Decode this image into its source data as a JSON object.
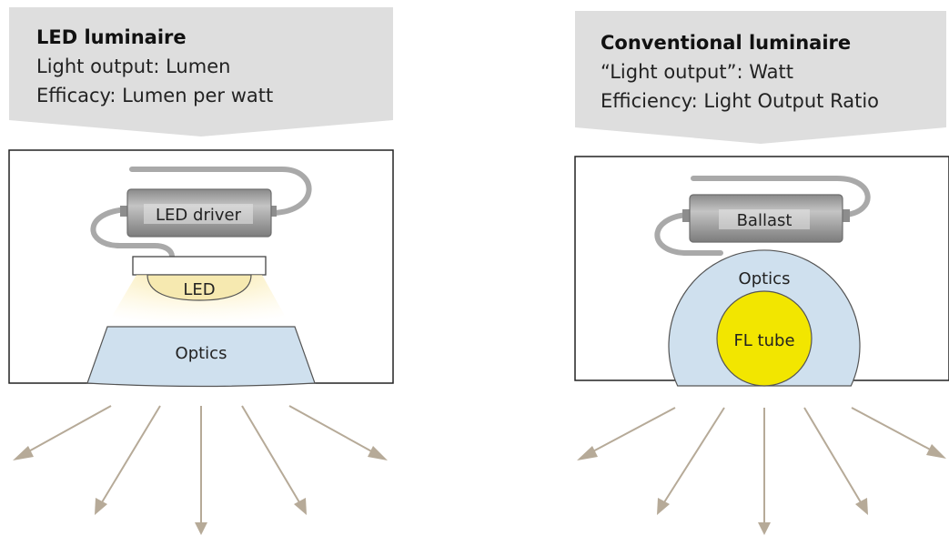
{
  "left": {
    "title": "LED luminaire",
    "line1": "Light output: Lumen",
    "line2": "Efficacy: Lumen per watt",
    "driver_label": "LED driver",
    "led_label": "LED",
    "optics_label": "Optics"
  },
  "right": {
    "title": "Conventional luminaire",
    "line1": "“Light output”: Watt",
    "line2": "Efficiency: Light Output Ratio",
    "ballast_label": "Ballast",
    "optics_label": "Optics",
    "tube_label": "FL tube"
  },
  "colors": {
    "header_bg": "#dedede",
    "optics_fill": "#cfe0ee",
    "tube_fill": "#f2e600",
    "led_fill": "#f6e9b0",
    "arrow": "#b6aa98",
    "cable": "#a9a9a9"
  }
}
